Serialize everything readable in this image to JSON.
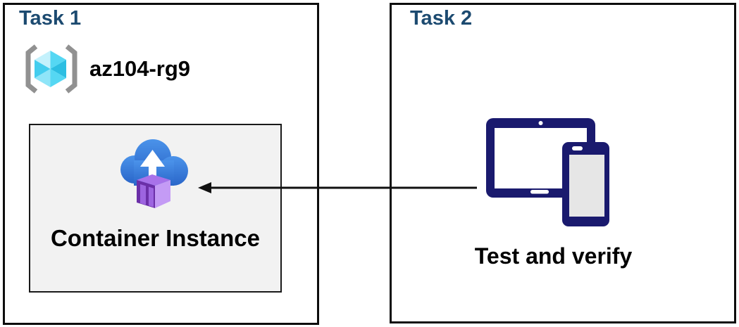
{
  "diagram": {
    "task1": {
      "title": "Task 1",
      "resource_group": {
        "name": "az104-rg9",
        "icon": "resource-group-icon"
      },
      "container_instance": {
        "label": "Container Instance",
        "icon": "container-instance-icon"
      }
    },
    "task2": {
      "title": "Task 2",
      "devices": {
        "label": "Test and verify",
        "icon": "devices-icon"
      }
    },
    "connector": {
      "type": "arrow",
      "direction": "right-to-left",
      "from": "devices-icon",
      "to": "container-instance-icon"
    },
    "colors": {
      "title_navy": "#1c4a70",
      "box_border": "#0d0d0d",
      "inner_box_fill": "#f2f2f2",
      "device_navy": "#1a1a6e",
      "device_screen_gray": "#e6e6e6",
      "cloud_blue_top": "#4b93ea",
      "cloud_blue_bottom": "#2a66c9",
      "container_purple_front": "#6b2fa8",
      "container_purple_slat": "#9d64e0",
      "container_purple_side": "#c49bf5",
      "container_purple_top": "#a872ea",
      "cube_cyan_light": "#c4f1fc",
      "cube_cyan_mid": "#55d7f3",
      "cube_cyan_dark": "#2cbee2",
      "bracket_gray": "#919191",
      "arrow_black": "#111111"
    }
  }
}
